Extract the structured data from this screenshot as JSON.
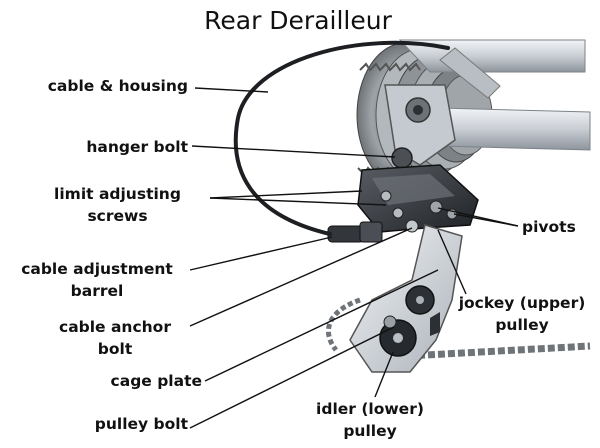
{
  "title": "Rear Derailleur",
  "labels": {
    "cable_housing": "cable & housing",
    "hanger_bolt": "hanger bolt",
    "limit_screws_1": "limit adjusting",
    "limit_screws_2": "screws",
    "cable_barrel_1": "cable adjustment",
    "cable_barrel_2": "barrel",
    "anchor_bolt_1": "cable anchor",
    "anchor_bolt_2": "bolt",
    "cage_plate": "cage plate",
    "pulley_bolt": "pulley bolt",
    "pivots": "pivots",
    "jockey_1": "jockey (upper)",
    "jockey_2": "pulley",
    "idler_1": "idler (lower)",
    "idler_2": "pulley"
  },
  "colors": {
    "text": "#111111",
    "leader": "#111111",
    "metal_light": "#d8dce0",
    "metal_dark": "#3a3d42",
    "cable": "#222222"
  }
}
